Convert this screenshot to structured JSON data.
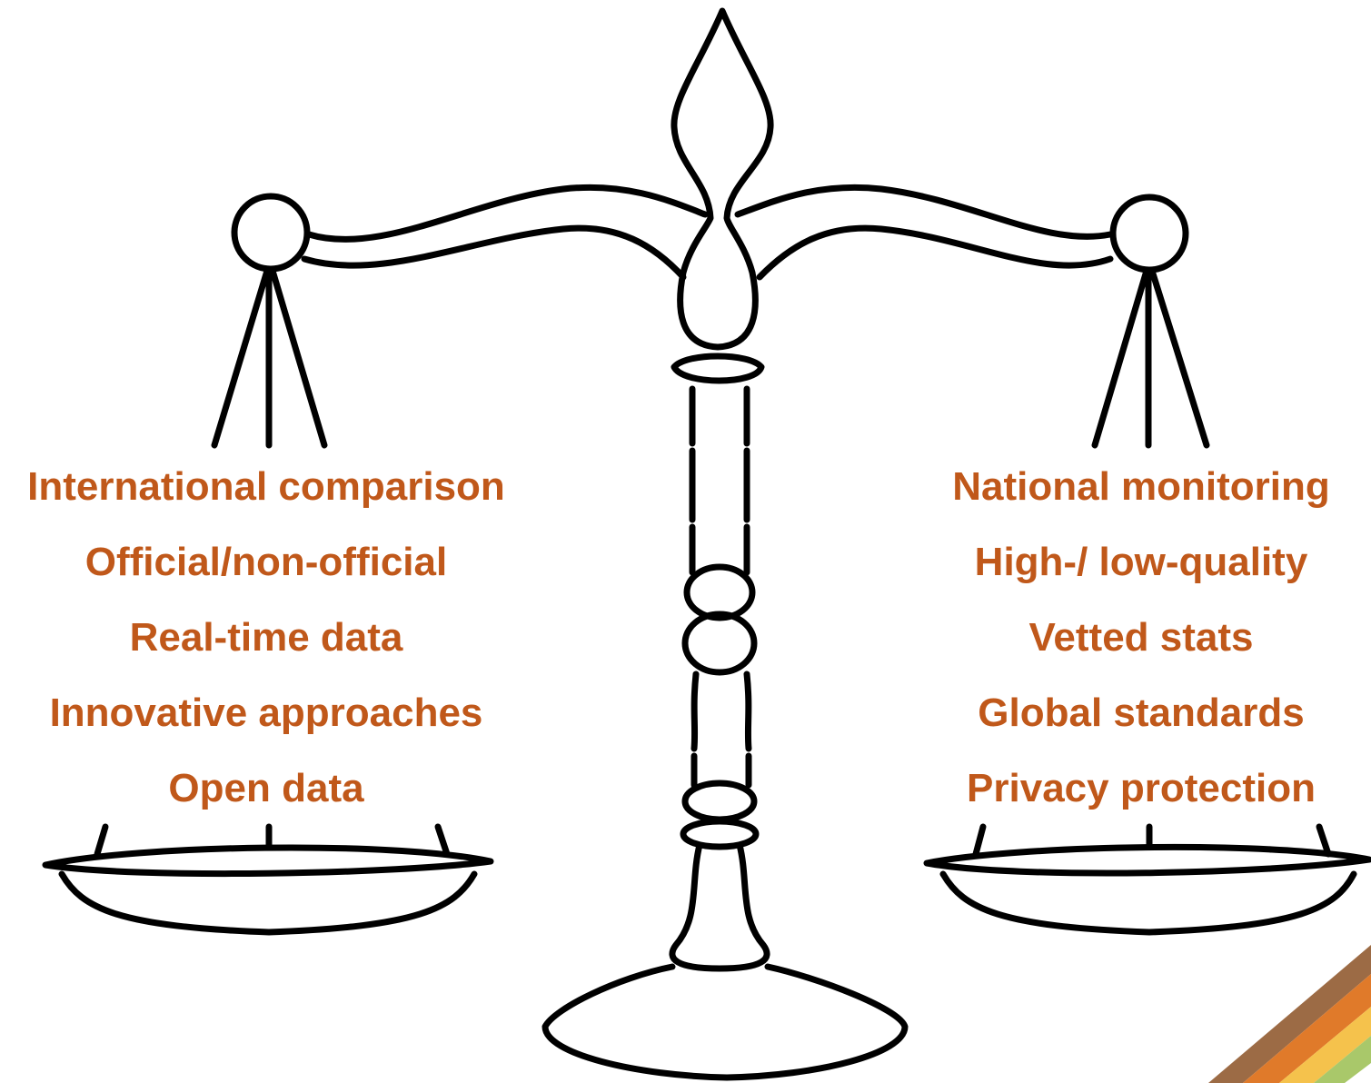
{
  "colors": {
    "text": "#C0581A",
    "line": "#000000",
    "corner_stripes": [
      "#9C6B45",
      "#E07A2A",
      "#F5C24C",
      "#A9C86A"
    ]
  },
  "left_pan": {
    "items": [
      "International comparison",
      "Official/non-official",
      "Real-time data",
      "Innovative approaches",
      "Open data"
    ]
  },
  "right_pan": {
    "items": [
      "National monitoring",
      "High-/ low-quality",
      "Vetted stats",
      "Global standards",
      "Privacy protection"
    ]
  }
}
